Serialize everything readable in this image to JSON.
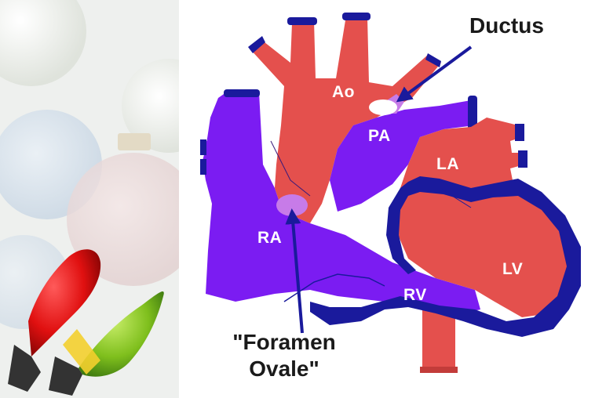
{
  "slide": {
    "decoration": "christmas-lights",
    "colors": {
      "oxygenated_blood": "#e4504d",
      "deoxygenated_blood": "#7b1cf2",
      "myocardium_wall": "#1a1a9c",
      "shunt": "#c77be8",
      "label_text": "#ffffff",
      "callout_text": "#1a1a1a"
    }
  },
  "diagram": {
    "labels": {
      "ao": "Ao",
      "pa": "PA",
      "la": "LA",
      "ra": "RA",
      "lv": "LV",
      "rv": "RV"
    },
    "callouts": {
      "ductus": "Ductus",
      "foramen_line1": "\"Foramen",
      "foramen_line2": "Ovale\""
    }
  }
}
